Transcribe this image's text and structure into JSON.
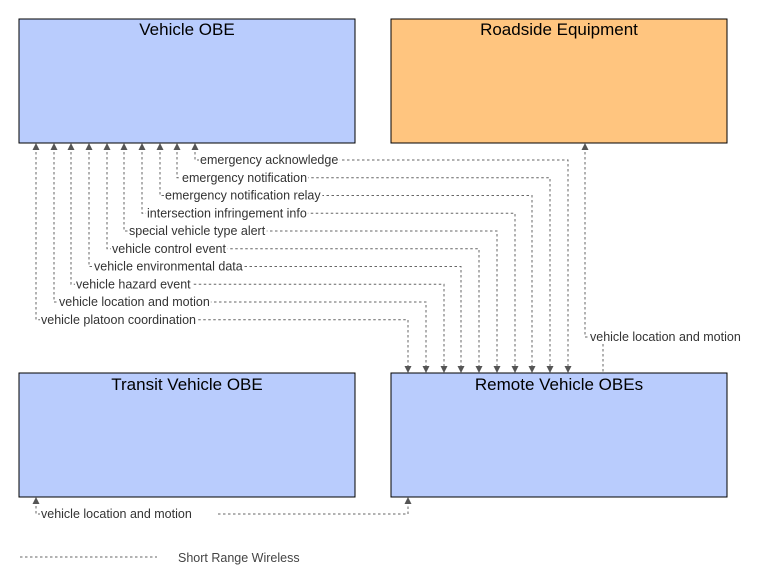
{
  "colors": {
    "box_fill": "#b9ccfd",
    "box_stroke": "#000000",
    "roadside_fill": "#ffc57f",
    "line": "#666666"
  },
  "boxes": {
    "vehicle_obe": {
      "title": "Vehicle OBE",
      "fill": "#b9ccfd"
    },
    "roadside_equipment": {
      "title": "Roadside Equipment",
      "fill": "#ffc57f"
    },
    "transit_vehicle_obe": {
      "title": "Transit Vehicle OBE",
      "fill": "#b9ccfd"
    },
    "remote_vehicle_obes": {
      "title": "Remote Vehicle OBEs",
      "fill": "#b9ccfd"
    }
  },
  "flows": [
    {
      "label": "emergency acknowledge"
    },
    {
      "label": "emergency notification"
    },
    {
      "label": "emergency notification relay"
    },
    {
      "label": "intersection infringement info"
    },
    {
      "label": "special vehicle type alert"
    },
    {
      "label": "vehicle control event"
    },
    {
      "label": "vehicle environmental data"
    },
    {
      "label": "vehicle hazard event"
    },
    {
      "label": "vehicle location and motion"
    },
    {
      "label": "vehicle platoon coordination"
    }
  ],
  "roadside_flow": {
    "label": "vehicle location and motion"
  },
  "transit_flow": {
    "label": "vehicle location and motion"
  },
  "legend": {
    "label": "Short Range Wireless"
  }
}
